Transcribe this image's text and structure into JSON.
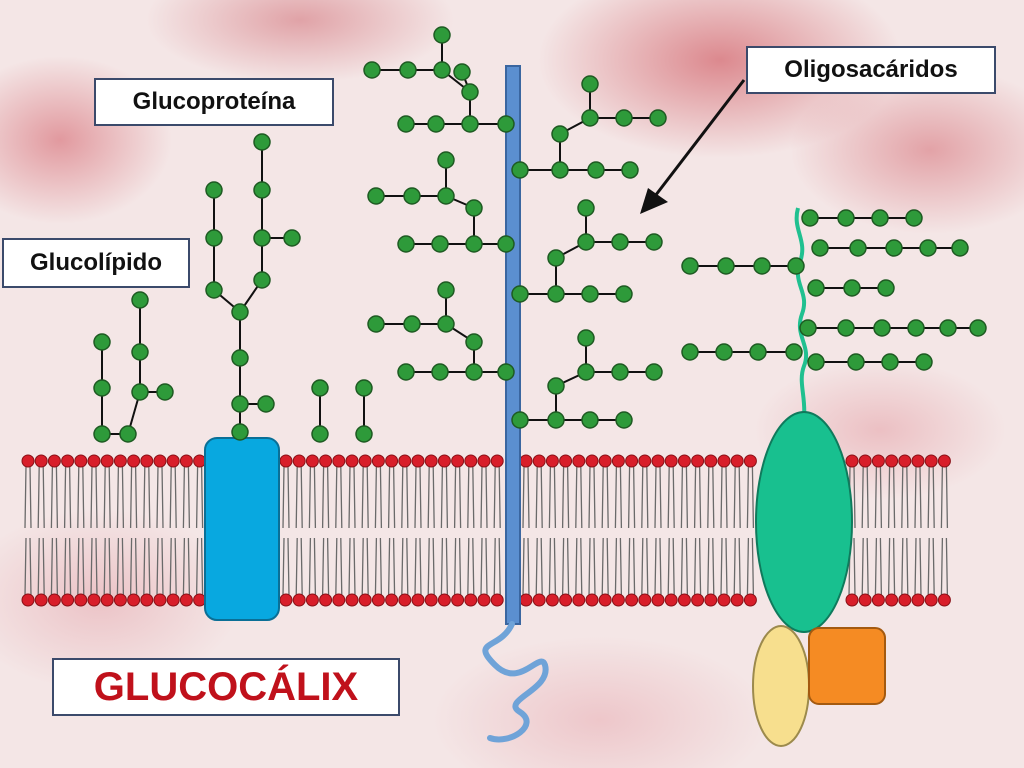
{
  "labels": {
    "glycoprotein": "Glucoproteína",
    "glycolipid": "Glucolípido",
    "oligosaccharides": "Oligosacáridos"
  },
  "title": "GLUCOCÁLIX",
  "colors": {
    "sugar_fill": "#2e9a3a",
    "sugar_stroke": "#1e5a22",
    "phospholipid_head": "#d81e2a",
    "title_text": "#c0111b",
    "transmembrane_rod": "#5b8fd0",
    "channel_protein": "#08a8e0",
    "large_protein": "#18c08f",
    "peripheral_protein_yellow": "#f7df8e",
    "peripheral_protein_orange": "#f58b23"
  }
}
